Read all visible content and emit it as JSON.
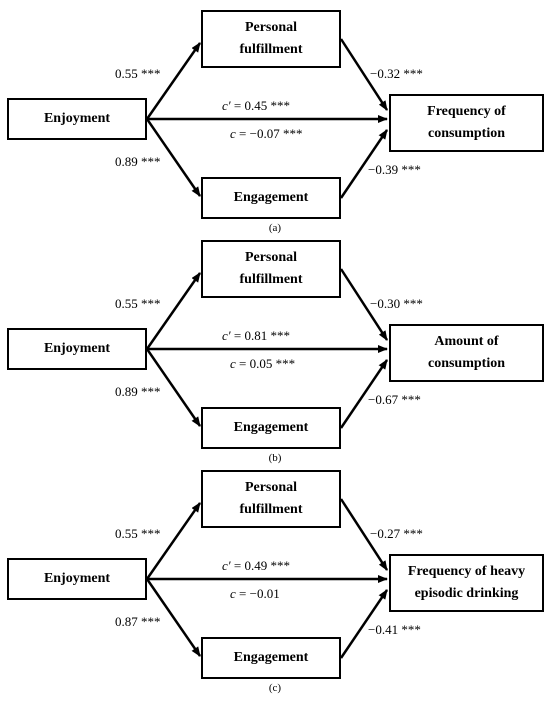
{
  "panels": [
    {
      "caption": "(a)",
      "predictor": "Enjoyment",
      "mediator_top": "Personal\nfulfillment",
      "mediator_bottom": "Engagement",
      "outcome": "Frequency of\nconsumption",
      "a1": "0.55 ***",
      "b1": "−0.32 ***",
      "cprime_sym": "c′",
      "cprime_val": " = 0.45 ***",
      "c_sym": "c",
      "c_val": " = −0.07 ***",
      "a2": "0.89 ***",
      "b2": "−0.39 ***"
    },
    {
      "caption": "(b)",
      "predictor": "Enjoyment",
      "mediator_top": "Personal\nfulfillment",
      "mediator_bottom": "Engagement",
      "outcome": "Amount of\nconsumption",
      "a1": "0.55 ***",
      "b1": "−0.30 ***",
      "cprime_sym": "c′",
      "cprime_val": " = 0.81 ***",
      "c_sym": "c",
      "c_val": " = 0.05 ***",
      "a2": "0.89 ***",
      "b2": "−0.67 ***"
    },
    {
      "caption": "(c)",
      "predictor": "Enjoyment",
      "mediator_top": "Personal\nfulfillment",
      "mediator_bottom": "Engagement",
      "outcome": "Frequency of heavy\nepisodic drinking",
      "a1": "0.55 ***",
      "b1": "−0.27 ***",
      "cprime_sym": "c′",
      "cprime_val": " = 0.49 ***",
      "c_sym": "c",
      "c_val": " = −0.01",
      "a2": "0.87 ***",
      "b2": "−0.41 ***"
    }
  ]
}
